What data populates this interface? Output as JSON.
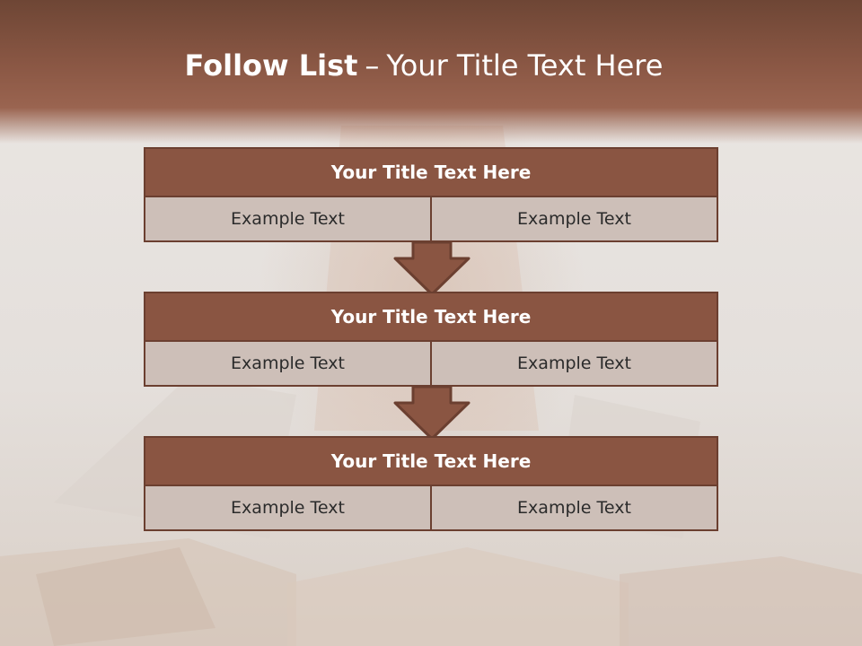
{
  "slide": {
    "title_strong": "Follow List",
    "title_sep": "–",
    "title_rest": "Your Title Text Here",
    "colors": {
      "header": "#8a5744",
      "step_head": "#8a5542",
      "cell": "#cdbfb8",
      "border": "#6b3f30"
    }
  },
  "steps": [
    {
      "title": "Your Title Text Here",
      "left": "Example Text",
      "right": "Example Text"
    },
    {
      "title": "Your Title Text Here",
      "left": "Example Text",
      "right": "Example Text"
    },
    {
      "title": "Your Title Text Here",
      "left": "Example Text",
      "right": "Example Text"
    }
  ],
  "icons": [
    "down-arrow-icon",
    "down-arrow-icon"
  ]
}
